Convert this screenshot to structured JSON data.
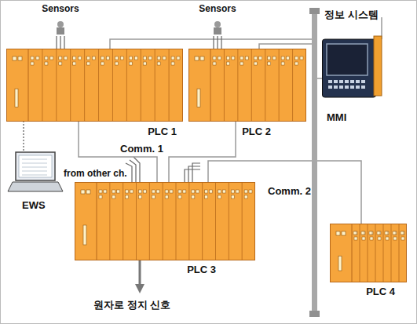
{
  "diagram": {
    "nodes": [
      {
        "text": [
          "Sensors"
        ]
      },
      {
        "text": [
          "Sensors"
        ]
      },
      {
        "text": [
          "PLC 1"
        ]
      },
      {
        "text": [
          "PLC 2"
        ]
      },
      {
        "text": [
          "MMI"
        ]
      },
      {
        "text": [
          "EWS"
        ]
      },
      {
        "text": [
          "PLC 3"
        ]
      },
      {
        "text": [
          "PLC 4"
        ]
      }
    ],
    "edges": [
      {
        "from": 0,
        "to": 2,
        "arrow": "none"
      },
      {
        "from": 1,
        "to": 3,
        "arrow": "none"
      },
      {
        "from": 5,
        "to": 2,
        "arrow": "none"
      },
      {
        "from": 2,
        "to": 6,
        "arrow": "none"
      },
      {
        "from": 3,
        "to": 6,
        "arrow": "none"
      }
    ],
    "labels": [
      "정보 시스템",
      "Comm. 1",
      "Comm. 2",
      "from other ch.",
      "원자로 정지 신호"
    ]
  }
}
